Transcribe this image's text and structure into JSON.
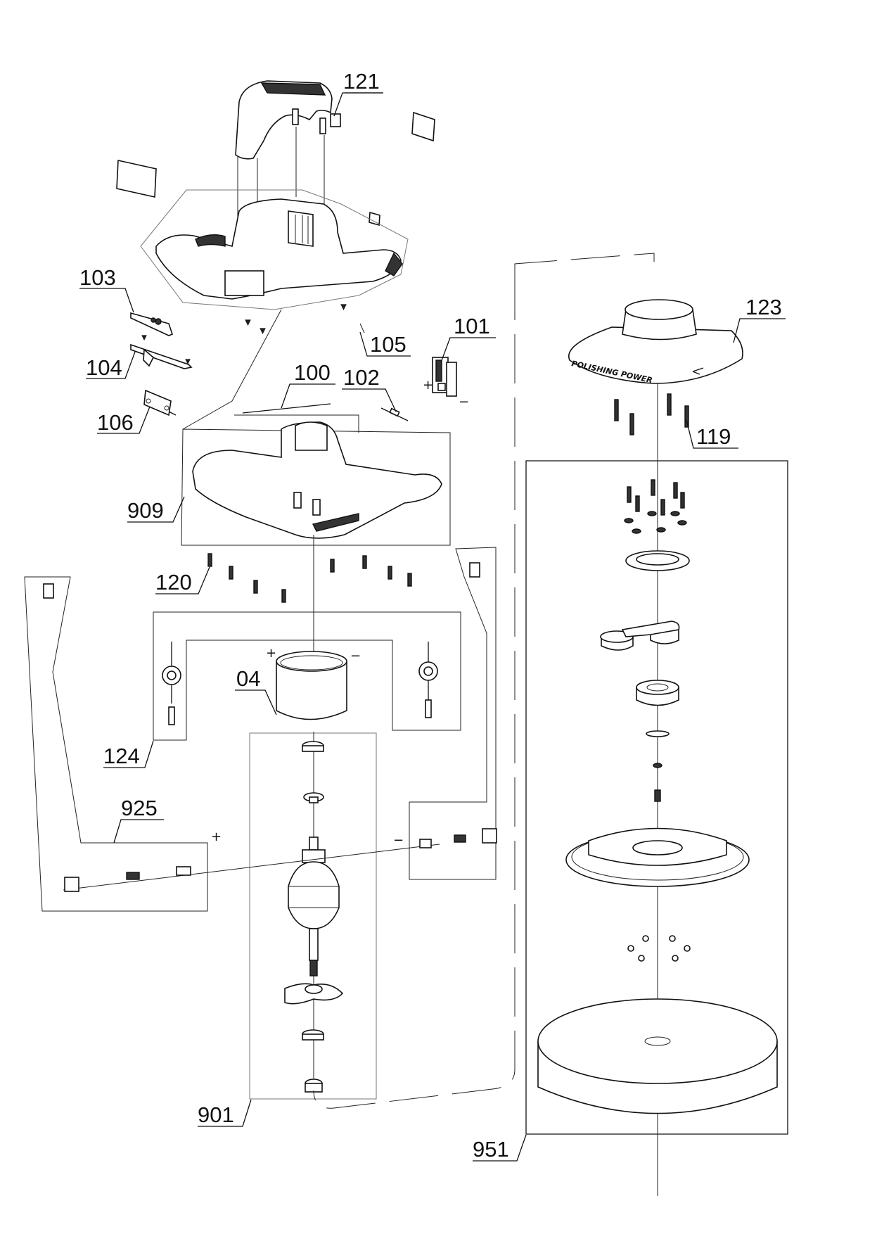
{
  "title": "Exploded parts diagram - electric polisher",
  "brand_text": "POLISHING POWER",
  "polarity": {
    "plus": "+",
    "minus": "−"
  },
  "parts": [
    {
      "id": "121",
      "label": "121",
      "description": "handle cover clip"
    },
    {
      "id": "103",
      "label": "103",
      "description": "switch lever"
    },
    {
      "id": "104",
      "label": "104",
      "description": "switch slider"
    },
    {
      "id": "106",
      "label": "106",
      "description": "micro switch"
    },
    {
      "id": "105",
      "label": "105",
      "description": "screw"
    },
    {
      "id": "101",
      "label": "101",
      "description": "terminal block"
    },
    {
      "id": "100",
      "label": "100",
      "description": "rod"
    },
    {
      "id": "102",
      "label": "102",
      "description": "capacitor"
    },
    {
      "id": "123",
      "label": "123",
      "description": "top pad cover"
    },
    {
      "id": "119",
      "label": "119",
      "description": "cover screws"
    },
    {
      "id": "909",
      "label": "909",
      "description": "lower housing"
    },
    {
      "id": "120",
      "label": "120",
      "description": "housing screws"
    },
    {
      "id": "04",
      "label": "04",
      "description": "stator magnet"
    },
    {
      "id": "124",
      "label": "124",
      "description": "brush assembly"
    },
    {
      "id": "925",
      "label": "925",
      "description": "cable connector set"
    },
    {
      "id": "901",
      "label": "901",
      "description": "armature assembly"
    },
    {
      "id": "951",
      "label": "951",
      "description": "pad base assembly"
    }
  ]
}
